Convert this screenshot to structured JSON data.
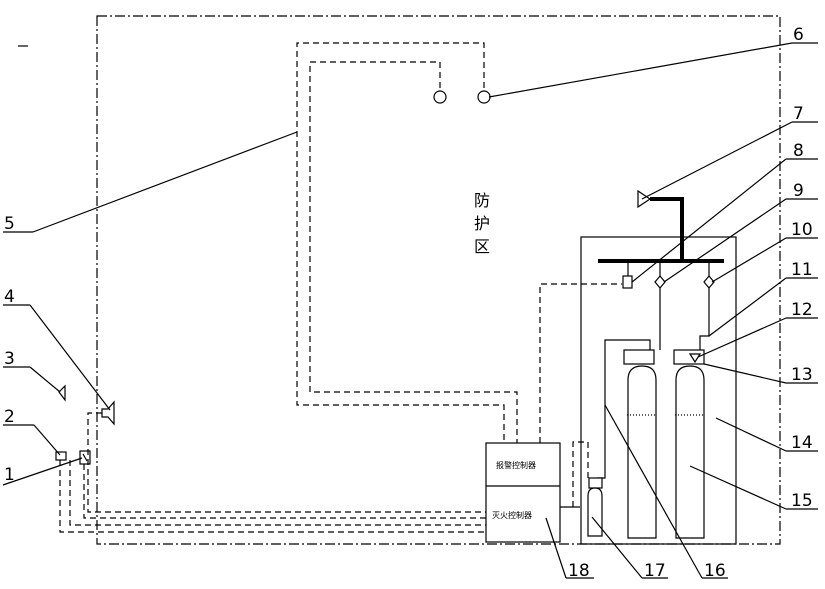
{
  "protected_zone": {
    "c1": "防",
    "c2": "护",
    "c3": "区"
  },
  "cabinet": {
    "alarm_label": "报警控制器",
    "fire_label": "灭火控制器"
  },
  "callouts": {
    "n1": "1",
    "n2": "2",
    "n3": "3",
    "n4": "4",
    "n5": "5",
    "n6": "6",
    "n7": "7",
    "n8": "8",
    "n9": "9",
    "n10": "10",
    "n11": "11",
    "n12": "12",
    "n13": "13",
    "n14": "14",
    "n15": "15",
    "n16": "16",
    "n17": "17",
    "n18": "18"
  }
}
